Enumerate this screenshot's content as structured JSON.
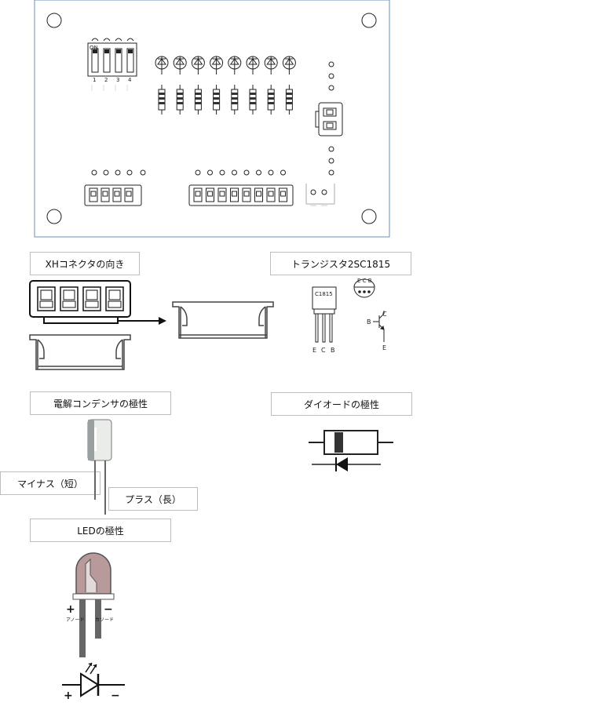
{
  "board": {
    "dip_switch": {
      "on_label": "ON",
      "numbers": [
        "1",
        "2",
        "3",
        "4"
      ]
    }
  },
  "labels": {
    "xh_connector": "XHコネクタの向き",
    "transistor": "トランジスタ2SC1815",
    "electrolytic_cap": "電解コンデンサの極性",
    "diode": "ダイオードの極性",
    "cap_minus": "マイナス（短）",
    "cap_plus": "プラス（長）",
    "led": "LEDの極性"
  },
  "transistor": {
    "marking": "C1815",
    "pin_labels": [
      "E",
      "C",
      "B"
    ],
    "top_view_labels": "E C B",
    "symbol": {
      "b": "B",
      "c": "C",
      "e": "E"
    }
  },
  "led": {
    "plus": "+",
    "minus": "−",
    "anode": "アノード",
    "cathode": "カソード",
    "symbol_plus": "+",
    "symbol_minus": "−"
  },
  "colors": {
    "board_border": "#6b8fb5",
    "line": "#222222",
    "box_border": "#bdbdbd",
    "diode_band": "#333333",
    "led_lead": "#666666"
  },
  "icons": [
    "mounting-hole-icon",
    "led-symbol-icon",
    "transistor-symbol-icon",
    "diode-symbol-icon",
    "arrow-right-icon"
  ]
}
